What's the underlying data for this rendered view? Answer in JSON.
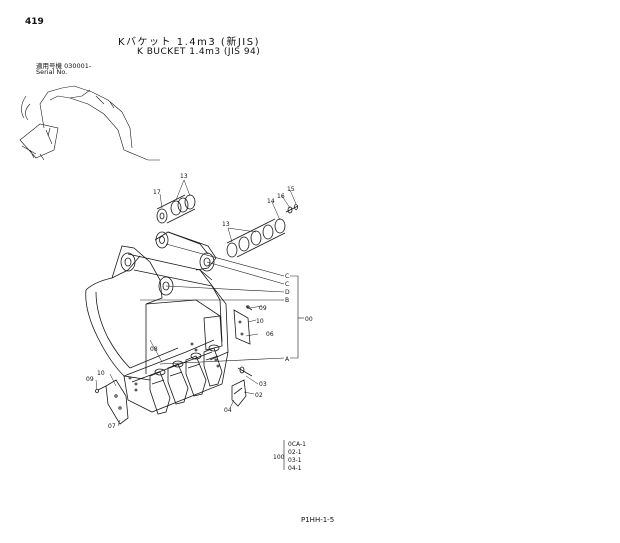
{
  "page_number": "419",
  "title_jp": "Kバケット 1.4m3 (新JIS)",
  "title_en": "K BUCKET 1.4m3 (JIS 94)",
  "serial_jp": "適用号機  030001-",
  "serial_en": "Serial No.",
  "footer_code": "P1HH-1-5",
  "callouts": {
    "c17": "17",
    "c13a": "13",
    "c13b": "13",
    "c15": "15",
    "c16": "16",
    "c14": "14",
    "c09a": "09",
    "c10a": "10",
    "c06": "06",
    "c00": "00",
    "c08": "08",
    "c09b": "09",
    "c10b": "10",
    "c07": "07",
    "c03": "03",
    "c02": "02",
    "c04": "04",
    "ref_c1": "C",
    "ref_c2": "C",
    "ref_d": "D",
    "ref_b": "B",
    "ref_a": "A"
  },
  "kit_table": {
    "qty": "100",
    "rows": [
      "0CA-1",
      "02-1",
      "03-1",
      "04-1"
    ]
  },
  "colors": {
    "line": "#1a1a1a",
    "paper": "#ffffff"
  }
}
